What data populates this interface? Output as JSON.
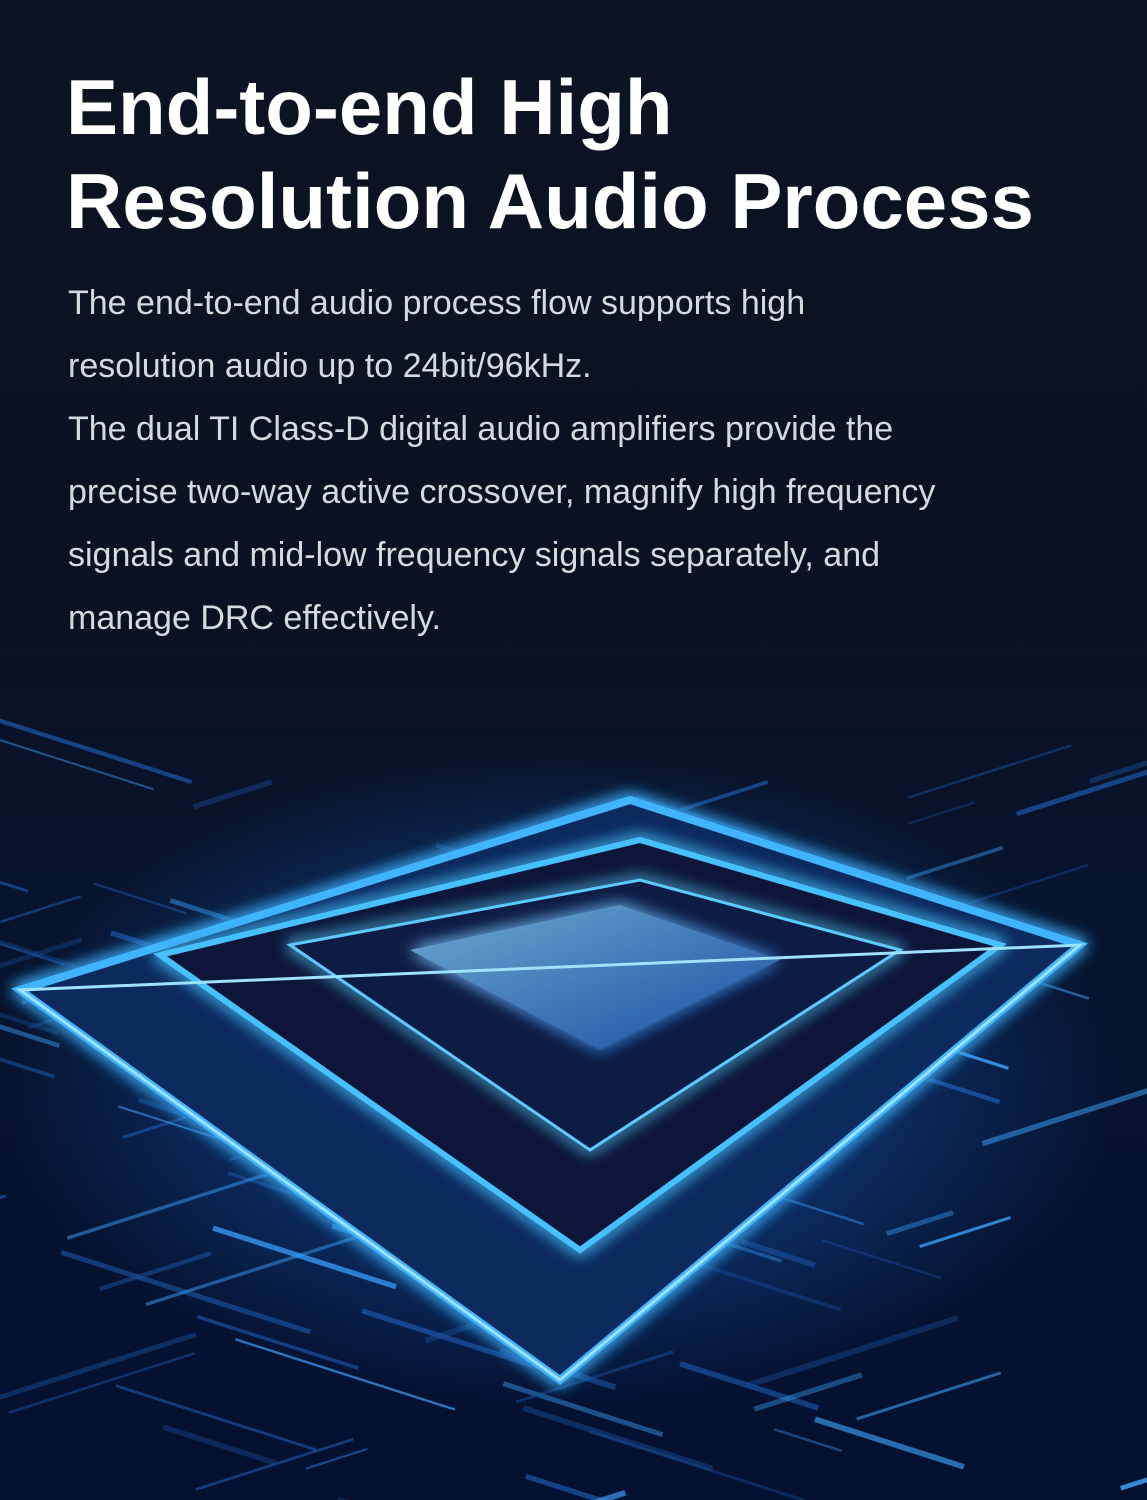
{
  "title": {
    "line1": "End-to-end High",
    "line2": "Resolution Audio Process"
  },
  "body": {
    "lines": [
      "The end-to-end audio process flow supports high",
      "resolution audio up to 24bit/96kHz.",
      "The dual TI Class-D digital audio amplifiers provide the",
      "precise two-way active crossover, magnify high frequency",
      "signals and mid-low frequency signals separately, and",
      "manage DRC effectively."
    ]
  },
  "colors": {
    "glow": "#2fa8ff",
    "background": "#0a1122"
  }
}
